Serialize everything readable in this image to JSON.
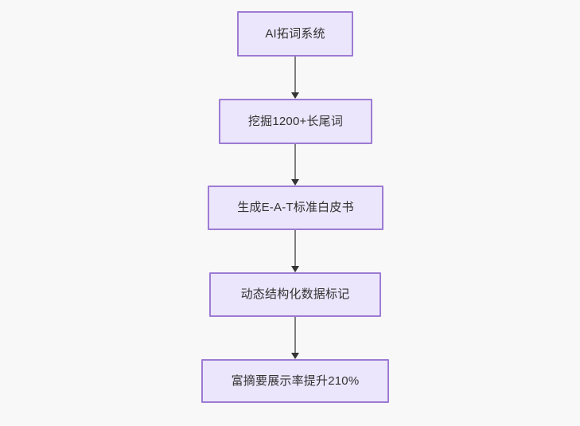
{
  "diagram": {
    "type": "flowchart",
    "direction": "top-to-bottom",
    "background_color": "#f8f8f8",
    "node_fill_color": "#ebe6fb",
    "node_border_color": "#9d7bd4",
    "node_text_color": "#333333",
    "edge_color": "#7f7f7f",
    "arrow_color": "#333333",
    "nodes": [
      {
        "id": "node-1",
        "label": "AI拓词系统"
      },
      {
        "id": "node-2",
        "label": "挖掘1200+长尾词"
      },
      {
        "id": "node-3",
        "label": "生成E-A-T标准白皮书"
      },
      {
        "id": "node-4",
        "label": "动态结构化数据标记"
      },
      {
        "id": "node-5",
        "label": "富摘要展示率提升210%"
      }
    ],
    "edges": [
      {
        "id": "edge-1",
        "from": "node-1",
        "to": "node-2",
        "label": ""
      },
      {
        "id": "edge-2",
        "from": "node-2",
        "to": "node-3",
        "label": ""
      },
      {
        "id": "edge-3",
        "from": "node-3",
        "to": "node-4",
        "label": ""
      },
      {
        "id": "edge-4",
        "from": "node-4",
        "to": "node-5",
        "label": ""
      }
    ]
  }
}
